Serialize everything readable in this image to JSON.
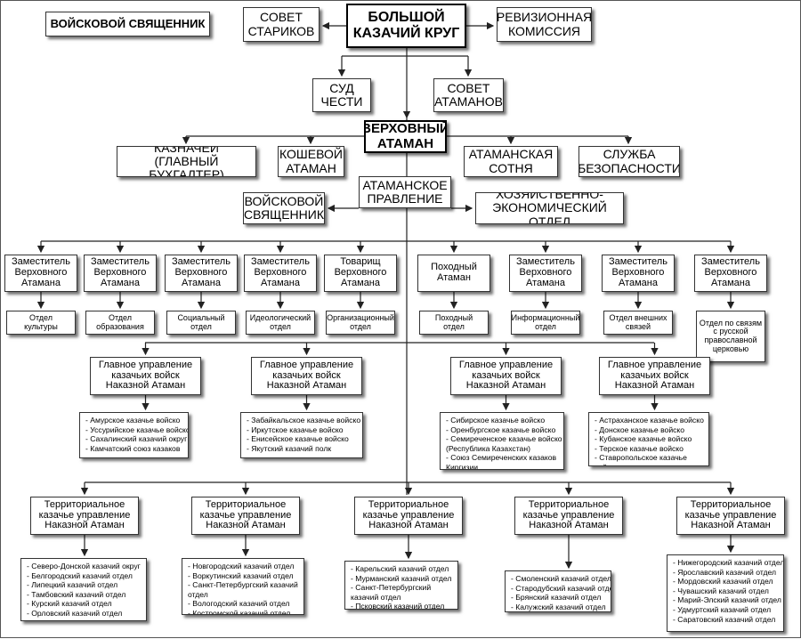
{
  "nodes": {
    "voiskovoi_top": "ВОЙСКОВОЙ СВЯЩЕННИК",
    "sovet_starikov": "СОВЕТ\nСТАРИКОВ",
    "bolshoi_krug": "БОЛЬШОЙ\nКАЗАЧИЙ КРУГ",
    "revizionnaya": "РЕВИЗИОННАЯ\nКОМИССИЯ",
    "sud_chesti": "СУД\nЧЕСТИ",
    "sovet_atamanov": "СОВЕТ\nАТАМАНОВ",
    "verkhovny": "ВЕРХОВНЫЙ\nАТАМАН",
    "kaznachei": "КАЗНАЧЕЙ\n(ГЛАВНЫЙ БУХГАЛТЕР)",
    "koshevoi": "КОШЕВОЙ\nАТАМАН",
    "sotnya": "АТАМАНСКАЯ\nСОТНЯ",
    "bezopasnost": "СЛУЖБА\nБЕЗОПАСНОСТИ",
    "pravlenie": "АТАМАНСКОЕ\nПРАВЛЕНИЕ",
    "voiskovoi_mid": "ВОЙСКОВОЙ\nСВЯЩЕННИК",
    "khoz_otdel": "ХОЗЯЙСТВЕННО-\nЭКОНОМИЧЕСКИЙ ОТДЕЛ"
  },
  "deputies": [
    {
      "title": "Заместитель\nВерховного\nАтамана",
      "dept": "Отдел\nкультуры"
    },
    {
      "title": "Заместитель\nВерховного\nАтамана",
      "dept": "Отдел\nобразования"
    },
    {
      "title": "Заместитель\nВерховного\nАтамана",
      "dept": "Социальный\nотдел"
    },
    {
      "title": "Заместитель\nВерховного\nАтамана",
      "dept": "Идеологический\nотдел"
    },
    {
      "title": "Товарищ\nВерховного\nАтамана",
      "dept": "Организационный\nотдел"
    },
    {
      "title": "Походный\nАтаман",
      "dept": "Походный\nотдел"
    },
    {
      "title": "Заместитель\nВерховного\nАтамана",
      "dept": "Информационный\nотдел"
    },
    {
      "title": "Заместитель\nВерховного\nАтамана",
      "dept": "Отдел внешних\nсвязей"
    },
    {
      "title": "Заместитель\nВерховного\nАтамана",
      "dept": "Отдел по связям\nс русской\nправославной\nцерковью"
    }
  ],
  "main_directorates": [
    {
      "title": "Главное управление\nказачьих войск\nНаказной Атаман",
      "items": [
        "- Амурское казачье войско",
        "- Уссурийское казачье войско",
        "- Сахалинский казачий округ",
        "- Камчатский союз казаков"
      ]
    },
    {
      "title": "Главное управление\nказачьих войск\nНаказной Атаман",
      "items": [
        "- Забайкальское казачье войско",
        "- Иркутское казачье войско",
        "- Енисейское казачье войско",
        "- Якутский казачий полк"
      ]
    },
    {
      "title": "Главное управление\nказачьих войск\nНаказной Атаман",
      "items": [
        "- Сибирское казачье войско",
        "- Оренбургское казачье войско",
        "- Семиреченское казачье войско",
        "(Республика Казахстан)",
        "- Союз Семиреченских казаков",
        "Киргизии"
      ]
    },
    {
      "title": "Главное управление\nказачьих войск\nНаказной Атаман",
      "items": [
        "- Астраханское казачье войско",
        "- Донское казачье войско",
        "- Кубанское казачье войско",
        "- Терское казачье войско",
        "- Ставропольское казачье войско"
      ]
    }
  ],
  "territorial": [
    {
      "title": "Территориальное\nказачье управление\nНаказной Атаман",
      "items": [
        "- Северо-Донской казачий округ",
        "- Белгородский казачий отдел",
        "- Липецкий казачий отдел",
        "- Тамбовский казачий отдел",
        "- Курский казачий отдел",
        "- Орловский казачий отдел"
      ]
    },
    {
      "title": "Территориальное\nказачье управление\nНаказной Атаман",
      "items": [
        "- Новгородский казачий отдел",
        "- Воркутинский казачий отдел",
        "- Санкт-Петербургский казачий отдел",
        "- Вологодский казачий отдел",
        "- Костромской казачий отдел"
      ]
    },
    {
      "title": "Территориальное\nказачье управление\nНаказной Атаман",
      "items": [
        "- Карельский казачий отдел",
        "- Мурманский казачий отдел",
        "- Санкт-Петербургский казачий отдел",
        "- Псковский казачий отдел"
      ]
    },
    {
      "title": "Территориальное\nказачье управление\nНаказной Атаман",
      "items": [
        "- Смоленский казачий отдел",
        "- Стародубский казачий отдел",
        "- Брянский казачий отдел",
        "- Калужский казачий отдел"
      ]
    },
    {
      "title": "Территориальное\nказачье управление\nНаказной Атаман",
      "items": [
        "- Нижегородский казачий отдел",
        "- Ярославский казачий отдел",
        "- Мордовский казачий отдел",
        "- Чувашский казачий отдел",
        "- Марий-Элский казачий отдел",
        "- Удмуртский казачий отдел",
        "- Саратовский казачий отдел"
      ]
    }
  ]
}
